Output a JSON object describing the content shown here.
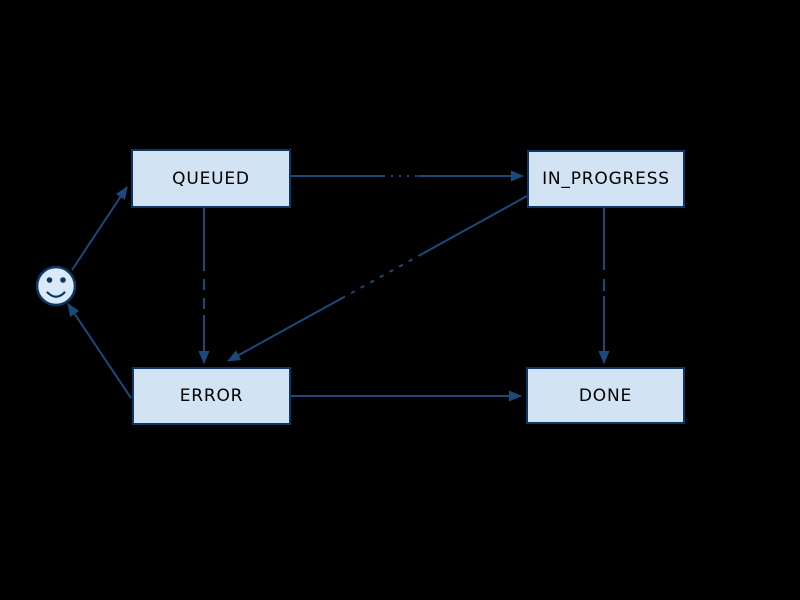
{
  "diagram": {
    "type": "state-machine",
    "colors": {
      "background": "#000000",
      "node_fill": "#d2e3f4",
      "node_border": "#0e3663",
      "edge": "#1a4a7c",
      "node_text": "#000000"
    },
    "nodes": [
      {
        "id": "start",
        "label": "",
        "icon": "smiley-face-icon"
      },
      {
        "id": "queued",
        "label": "QUEUED"
      },
      {
        "id": "in_progress",
        "label": "IN_PROGRESS"
      },
      {
        "id": "error",
        "label": "ERROR"
      },
      {
        "id": "done",
        "label": "DONE"
      }
    ],
    "edges": [
      {
        "from": "start",
        "to": "queued",
        "label_text_visible": false
      },
      {
        "from": "queued",
        "to": "in_progress",
        "label_text_visible": false
      },
      {
        "from": "queued",
        "to": "error",
        "label_text_visible": false
      },
      {
        "from": "in_progress",
        "to": "error",
        "label_text_visible": false
      },
      {
        "from": "in_progress",
        "to": "done",
        "label_text_visible": false
      },
      {
        "from": "error",
        "to": "done",
        "label_text_visible": false
      },
      {
        "from": "error",
        "to": "start",
        "label_text_visible": false
      }
    ]
  }
}
